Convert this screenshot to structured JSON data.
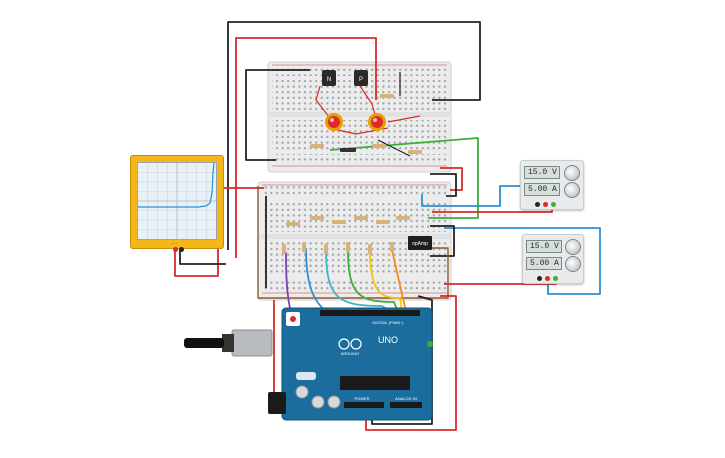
{
  "canvas": {
    "background": "#ffffff"
  },
  "power_supplies": [
    {
      "voltage": "15.0 V",
      "current": "5.00 A"
    },
    {
      "voltage": "15.0 V",
      "current": "5.00 A"
    }
  ],
  "oscilloscope": {
    "trace_color": "#2e8fd6",
    "label": "......"
  },
  "components": {
    "transistor_n_label": "N",
    "transistor_p_label": "P",
    "opamp_label": "opAmp"
  },
  "arduino": {
    "model_label": "UNO",
    "brand_label": "ARDUINO",
    "digital_label": "DIGITAL (PWM~)",
    "power_label": "POWER",
    "analog_label": "ANALOG IN",
    "board_color": "#1b6d9e"
  },
  "wire_colors": {
    "red": "#d62b2b",
    "black": "#222222",
    "green": "#3cae3a",
    "blue": "#2e8fd6",
    "yellow": "#f1c40f",
    "orange": "#f08c1a",
    "purple": "#7a3fb0",
    "brown": "#8b5a2b"
  }
}
